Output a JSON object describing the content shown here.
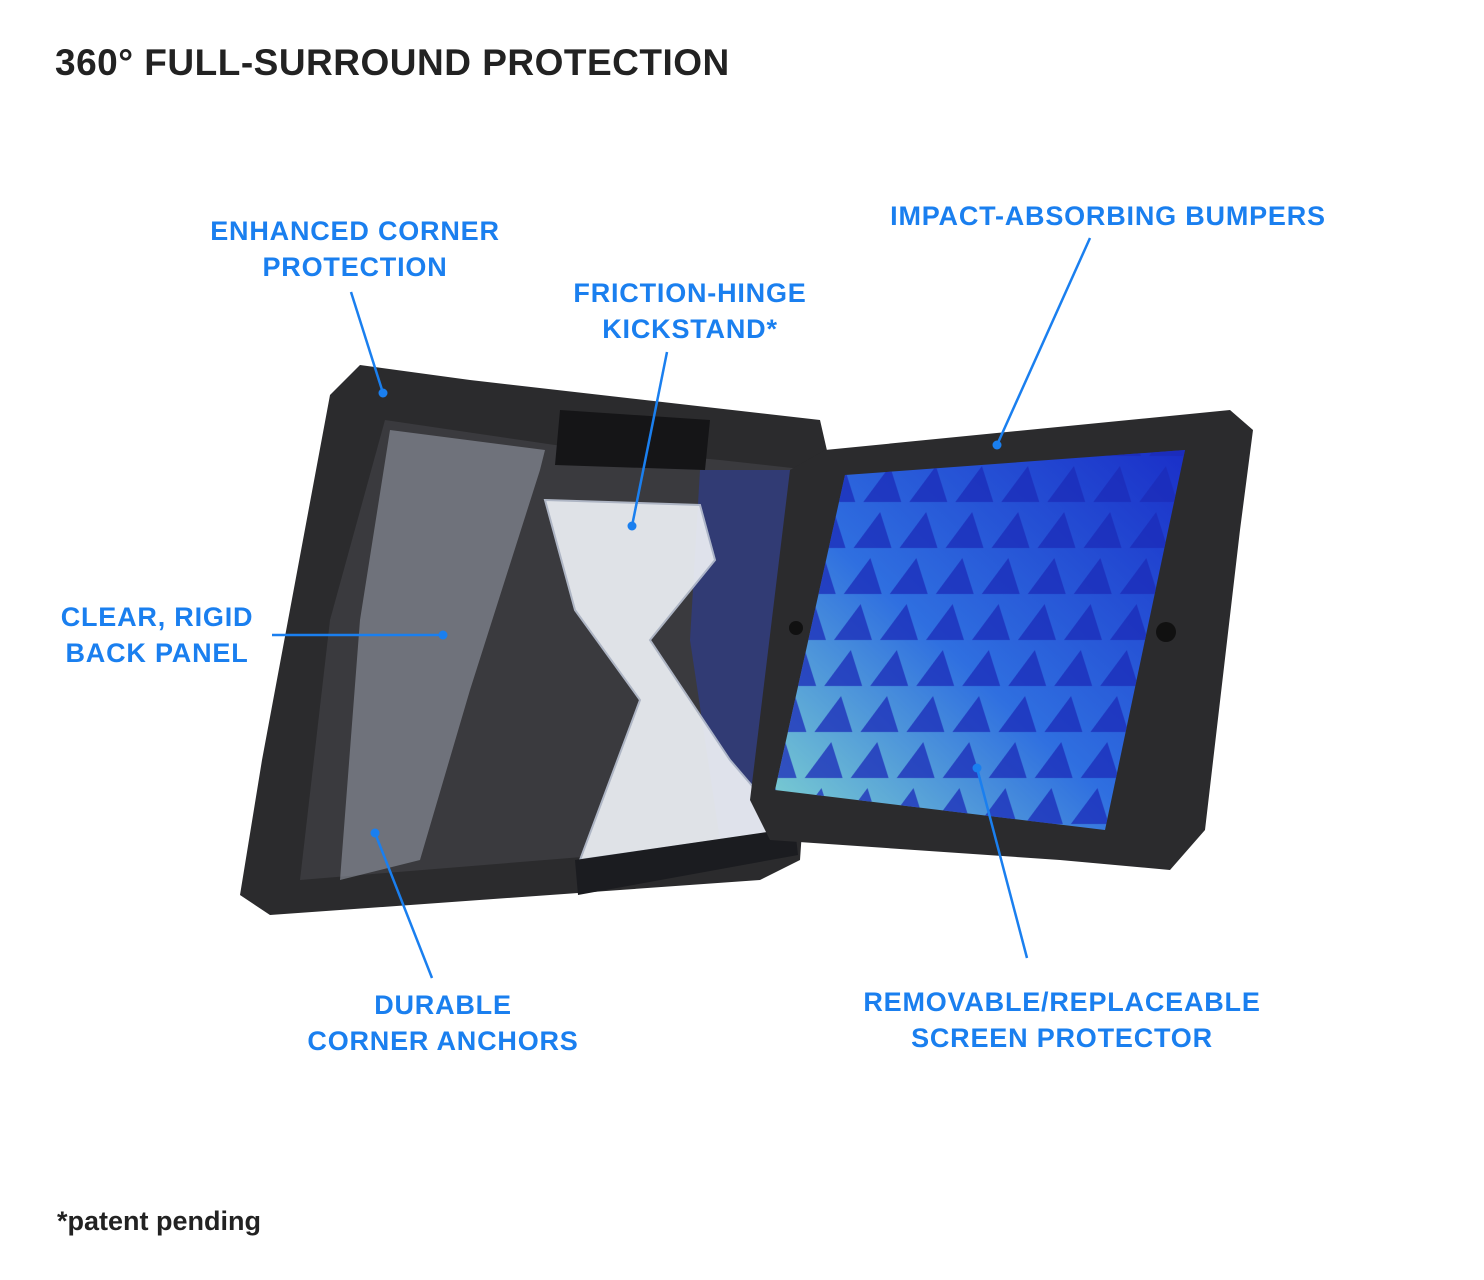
{
  "title": "360° FULL-SURROUND PROTECTION",
  "callouts": {
    "corner_protection": [
      "ENHANCED CORNER",
      "PROTECTION"
    ],
    "kickstand": [
      "FRICTION-HINGE",
      "KICKSTAND*"
    ],
    "bumpers": [
      "IMPACT-ABSORBING BUMPERS"
    ],
    "back_panel": [
      "CLEAR, RIGID",
      "BACK PANEL"
    ],
    "corner_anchors": [
      "DURABLE",
      "CORNER ANCHORS"
    ],
    "screen_protector": [
      "REMOVABLE/REPLACEABLE",
      "SCREEN PROTECTOR"
    ]
  },
  "footnote": "*patent pending",
  "colors": {
    "accent": "#1a7fef",
    "text": "#222222",
    "case": "#2b2b2d"
  }
}
